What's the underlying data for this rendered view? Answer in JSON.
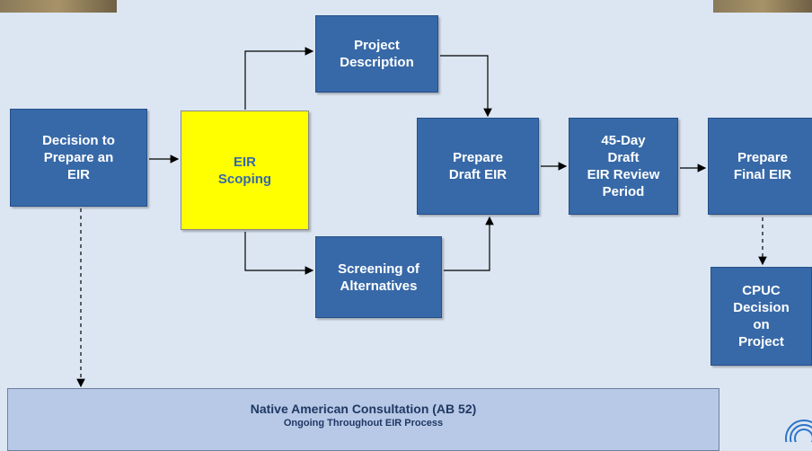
{
  "nodes": {
    "decision": "Decision to\nPrepare an\nEIR",
    "scoping": "EIR\nScoping",
    "project_description": "Project\nDescription",
    "screening": "Screening of\nAlternatives",
    "prepare_draft": "Prepare\nDraft EIR",
    "review_period": "45-Day\nDraft\nEIR Review\nPeriod",
    "prepare_final": "Prepare\nFinal EIR",
    "cpuc_decision": "CPUC\nDecision\non\nProject"
  },
  "banner": {
    "title": "Native American Consultation (AB 52)",
    "subtitle": "Ongoing Throughout EIR Process"
  },
  "colors": {
    "box_fill": "#3769a8",
    "highlight_fill": "#ffff00",
    "background": "#dce6f2",
    "banner_fill": "#b7c9e6"
  }
}
